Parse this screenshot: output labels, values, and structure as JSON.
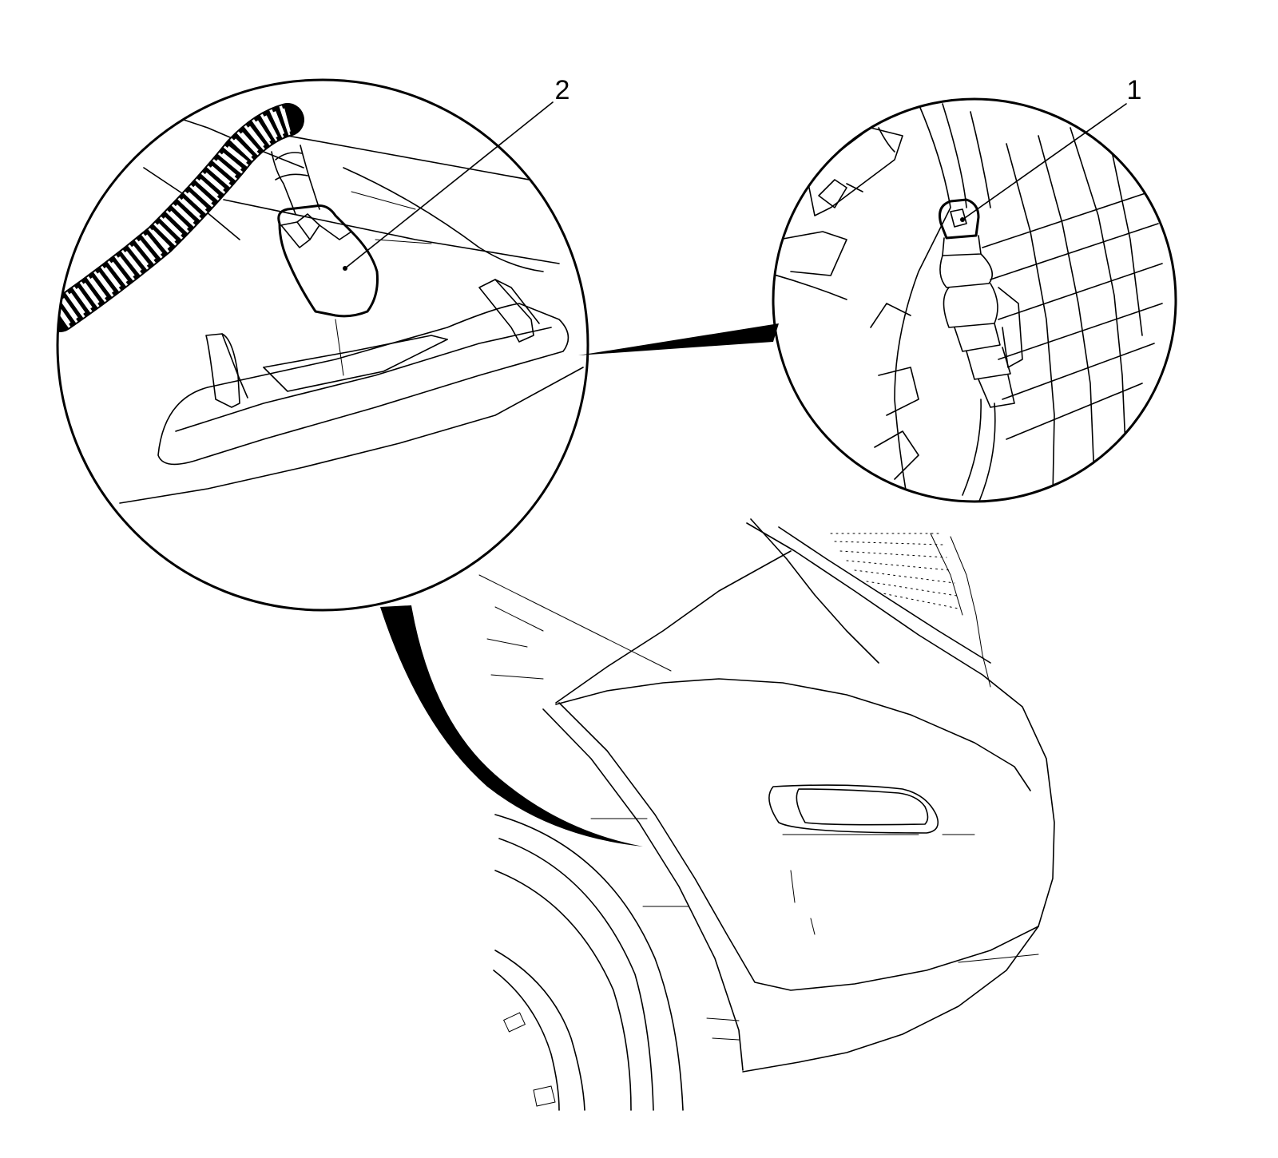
{
  "diagram": {
    "callouts": [
      {
        "id": "1",
        "label": "1"
      },
      {
        "id": "2",
        "label": "2"
      }
    ],
    "colors": {
      "stroke": "#000000",
      "background": "#ffffff"
    }
  }
}
